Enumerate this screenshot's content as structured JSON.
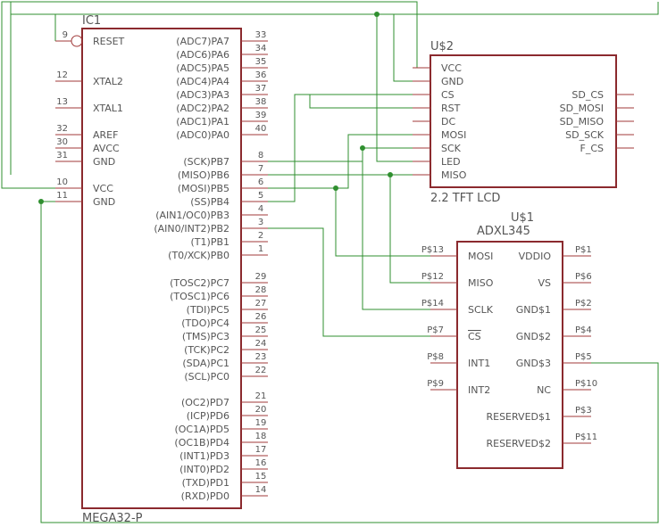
{
  "ic1": {
    "name": "IC1",
    "value": "MEGA32-P",
    "left_pins": [
      {
        "num": "9",
        "label": "RESET",
        "inverted": true
      },
      {
        "num": "12",
        "label": "XTAL2"
      },
      {
        "num": "13",
        "label": "XTAL1"
      },
      {
        "num": "32",
        "label": "AREF"
      },
      {
        "num": "30",
        "label": "AVCC"
      },
      {
        "num": "31",
        "label": "GND"
      },
      {
        "num": "10",
        "label": "VCC"
      },
      {
        "num": "11",
        "label": "GND"
      }
    ],
    "right_pins": [
      {
        "num": "33",
        "label": "(ADC7)PA7"
      },
      {
        "num": "34",
        "label": "(ADC6)PA6"
      },
      {
        "num": "35",
        "label": "(ADC5)PA5"
      },
      {
        "num": "36",
        "label": "(ADC4)PA4"
      },
      {
        "num": "37",
        "label": "(ADC3)PA3"
      },
      {
        "num": "38",
        "label": "(ADC2)PA2"
      },
      {
        "num": "39",
        "label": "(ADC1)PA1"
      },
      {
        "num": "40",
        "label": "(ADC0)PA0"
      },
      {
        "num": "8",
        "label": "(SCK)PB7"
      },
      {
        "num": "7",
        "label": "(MISO)PB6"
      },
      {
        "num": "6",
        "label": "(MOSI)PB5"
      },
      {
        "num": "5",
        "label": "(SS)PB4"
      },
      {
        "num": "4",
        "label": "(AIN1/OC0)PB3"
      },
      {
        "num": "3",
        "label": "(AIN0/INT2)PB2"
      },
      {
        "num": "2",
        "label": "(T1)PB1"
      },
      {
        "num": "1",
        "label": "(T0/XCK)PB0"
      },
      {
        "num": "29",
        "label": "(TOSC2)PC7"
      },
      {
        "num": "28",
        "label": "(TOSC1)PC6"
      },
      {
        "num": "27",
        "label": "(TDI)PC5"
      },
      {
        "num": "26",
        "label": "(TDO)PC4"
      },
      {
        "num": "25",
        "label": "(TMS)PC3"
      },
      {
        "num": "24",
        "label": "(TCK)PC2"
      },
      {
        "num": "23",
        "label": "(SDA)PC1"
      },
      {
        "num": "22",
        "label": "(SCL)PC0"
      },
      {
        "num": "21",
        "label": "(OC2)PD7"
      },
      {
        "num": "20",
        "label": "(ICP)PD6"
      },
      {
        "num": "19",
        "label": "(OC1A)PD5"
      },
      {
        "num": "18",
        "label": "(OC1B)PD4"
      },
      {
        "num": "17",
        "label": "(INT1)PD3"
      },
      {
        "num": "16",
        "label": "(INT0)PD2"
      },
      {
        "num": "15",
        "label": "(TXD)PD1"
      },
      {
        "num": "14",
        "label": "(RXD)PD0"
      }
    ]
  },
  "u2": {
    "name": "U$2",
    "value": "2.2 TFT LCD",
    "left_pins": [
      "VCC",
      "GND",
      "CS",
      "RST",
      "DC",
      "MOSI",
      "SCK",
      "LED",
      "MISO"
    ],
    "right_pins": [
      "SD_CS",
      "SD_MOSI",
      "SD_MISO",
      "SD_SCK",
      "F_CS"
    ]
  },
  "u1": {
    "name": "U$1",
    "value": "ADXL345",
    "left_pins": [
      {
        "num": "P$13",
        "label": "MOSI"
      },
      {
        "num": "P$12",
        "label": "MISO"
      },
      {
        "num": "P$14",
        "label": "SCLK"
      },
      {
        "num": "P$7",
        "label": "CS",
        "inverted": true
      },
      {
        "num": "P$8",
        "label": "INT1"
      },
      {
        "num": "P$9",
        "label": "INT2"
      }
    ],
    "right_pins": [
      {
        "num": "P$1",
        "label": "VDDIO"
      },
      {
        "num": "P$6",
        "label": "VS"
      },
      {
        "num": "P$2",
        "label": "GND$1"
      },
      {
        "num": "P$4",
        "label": "GND$2"
      },
      {
        "num": "P$5",
        "label": "GND$3"
      },
      {
        "num": "P$10",
        "label": "NC"
      },
      {
        "num": "P$3",
        "label": "RESERVED$1"
      },
      {
        "num": "P$11",
        "label": "RESERVED$2"
      }
    ]
  },
  "colors": {
    "chip": "#8b2a2e",
    "pin": "#a03a3a",
    "net": "#2f8f2f",
    "text": "#555555"
  }
}
